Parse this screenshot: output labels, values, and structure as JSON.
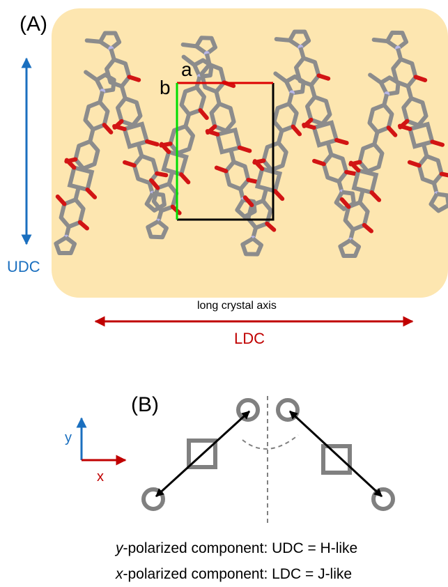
{
  "panel_a": {
    "label": "(A)",
    "udc_label": "UDC",
    "ldc_label": "LDC",
    "axis_caption": "long crystal axis",
    "cell_a": "a",
    "cell_b": "b",
    "colors": {
      "background": "#fde6b0",
      "udc": "#1a6fbf",
      "ldc": "#c00000",
      "carbon": "#8c8c8c",
      "oxygen": "#d21414",
      "nitrogen": "#b7b7e8",
      "axis_a": "#dd0000",
      "axis_b": "#00dd00"
    }
  },
  "panel_b": {
    "label": "(B)",
    "y_label": "y",
    "x_label": "x",
    "colors": {
      "y_axis": "#1a6fbf",
      "x_axis": "#c00000",
      "shape": "#808080"
    }
  },
  "captions": {
    "line1_var": "y",
    "line1_rest": "-polarized component: UDC = H-like",
    "line2_var": "x",
    "line2_rest": "-polarized component: LDC = J-like"
  }
}
